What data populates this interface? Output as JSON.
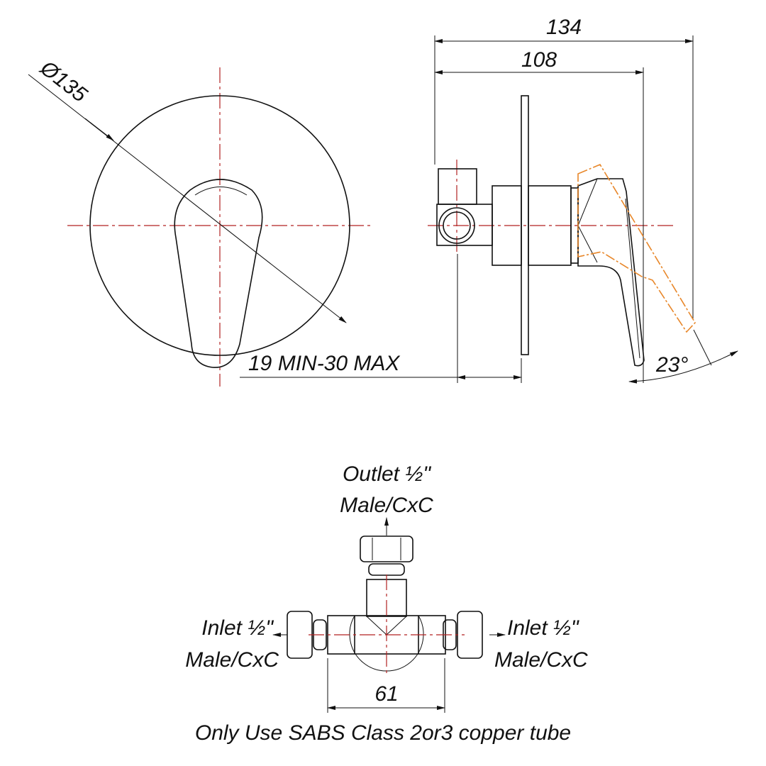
{
  "dimensions": {
    "diameter": "Ø135",
    "overall_depth": "134",
    "handle_depth": "108",
    "wall_range": "19 MIN-30 MAX",
    "lever_angle": "23°",
    "inlet_spacing": "61"
  },
  "labels": {
    "outlet_line1": "Outlet ½\"",
    "outlet_line2": "Male/CxC",
    "inlet_left_line1": "Inlet ½\"",
    "inlet_left_line2": "Male/CxC",
    "inlet_right_line1": "Inlet ½\"",
    "inlet_right_line2": "Male/CxC",
    "note": "Only Use SABS Class 2or3 copper tube"
  },
  "colors": {
    "centerline": "#b22222",
    "rotated_handle": "#e8872a",
    "line": "#111111"
  }
}
